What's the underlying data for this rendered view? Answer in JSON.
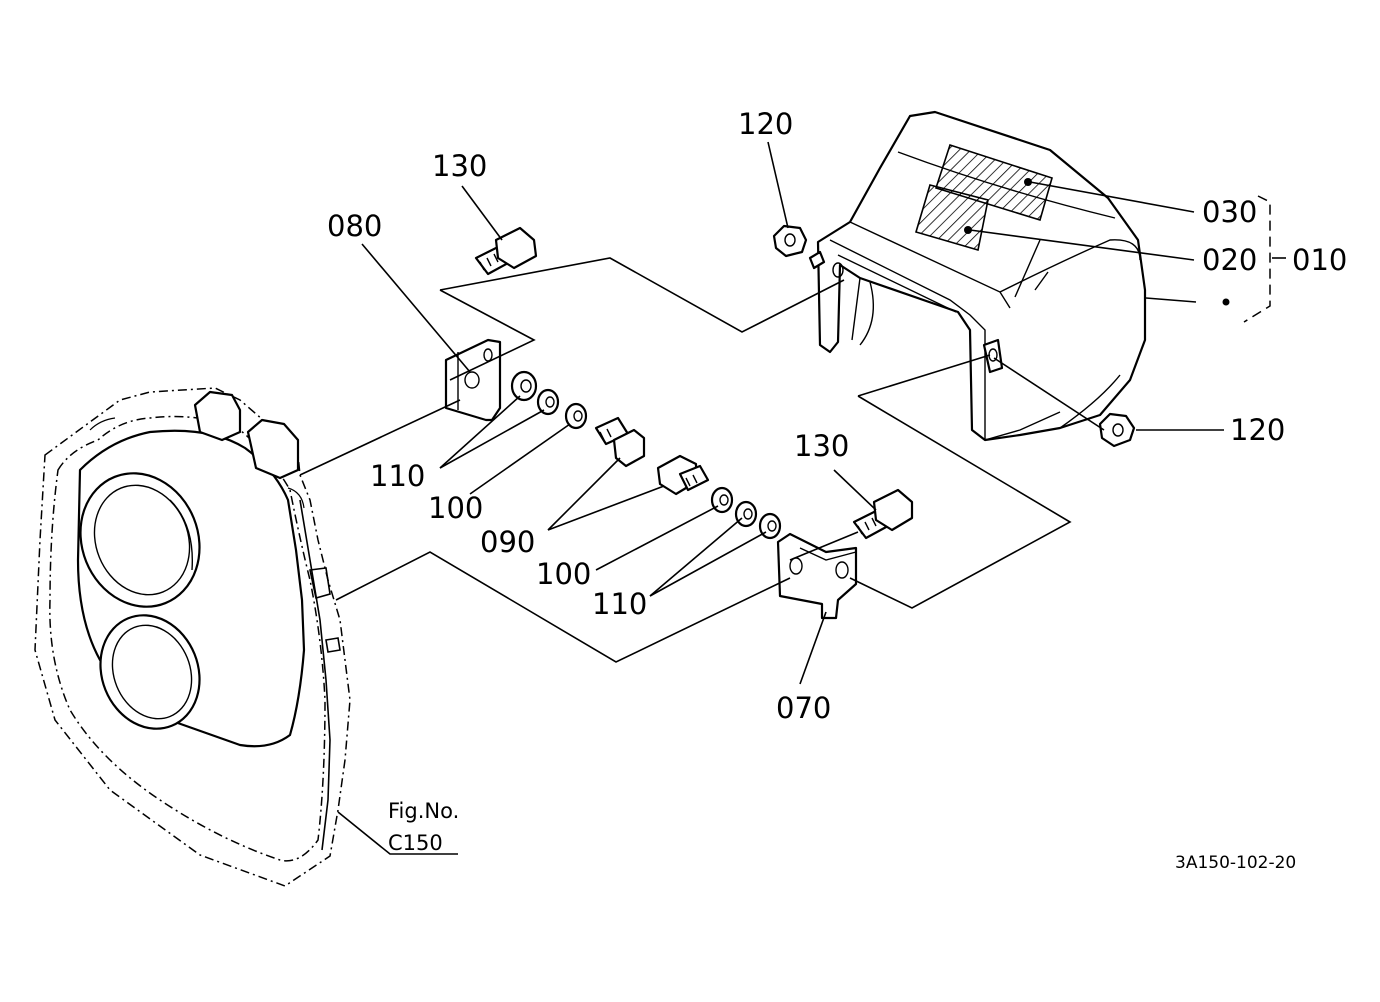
{
  "callouts": {
    "p130_top": "130",
    "p080": "080",
    "p120_top": "120",
    "p030": "030",
    "p020": "020",
    "p010": "010",
    "p120_right": "120",
    "p110_left": "110",
    "p100_left": "100",
    "p090": "090",
    "p130_mid": "130",
    "p100_mid": "100",
    "p110_mid": "110",
    "p070": "070"
  },
  "figure_ref": {
    "label": "Fig.No.",
    "number": "C150"
  },
  "drawing_code": "3A150-102-20"
}
